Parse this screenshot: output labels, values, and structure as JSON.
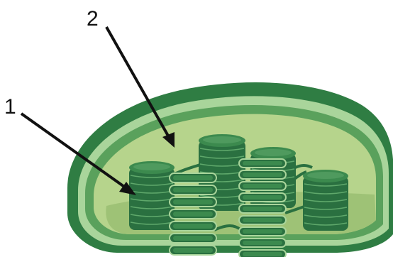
{
  "labels": [
    {
      "id": "1",
      "text": "1"
    },
    {
      "id": "2",
      "text": "2"
    }
  ],
  "colors": {
    "outer_membrane": "#2f7d43",
    "outer_highlight": "#4f9a5e",
    "inner_ring_light": "#a9d59b",
    "inner_membrane": "#5aa15c",
    "stroma": "#b6d48c",
    "stroma_shadow": "#9ec276",
    "granum_dark": "#2a7040",
    "granum_mid": "#3c8a4e",
    "granum_light": "#5fa86b",
    "arrow": "#111111"
  }
}
